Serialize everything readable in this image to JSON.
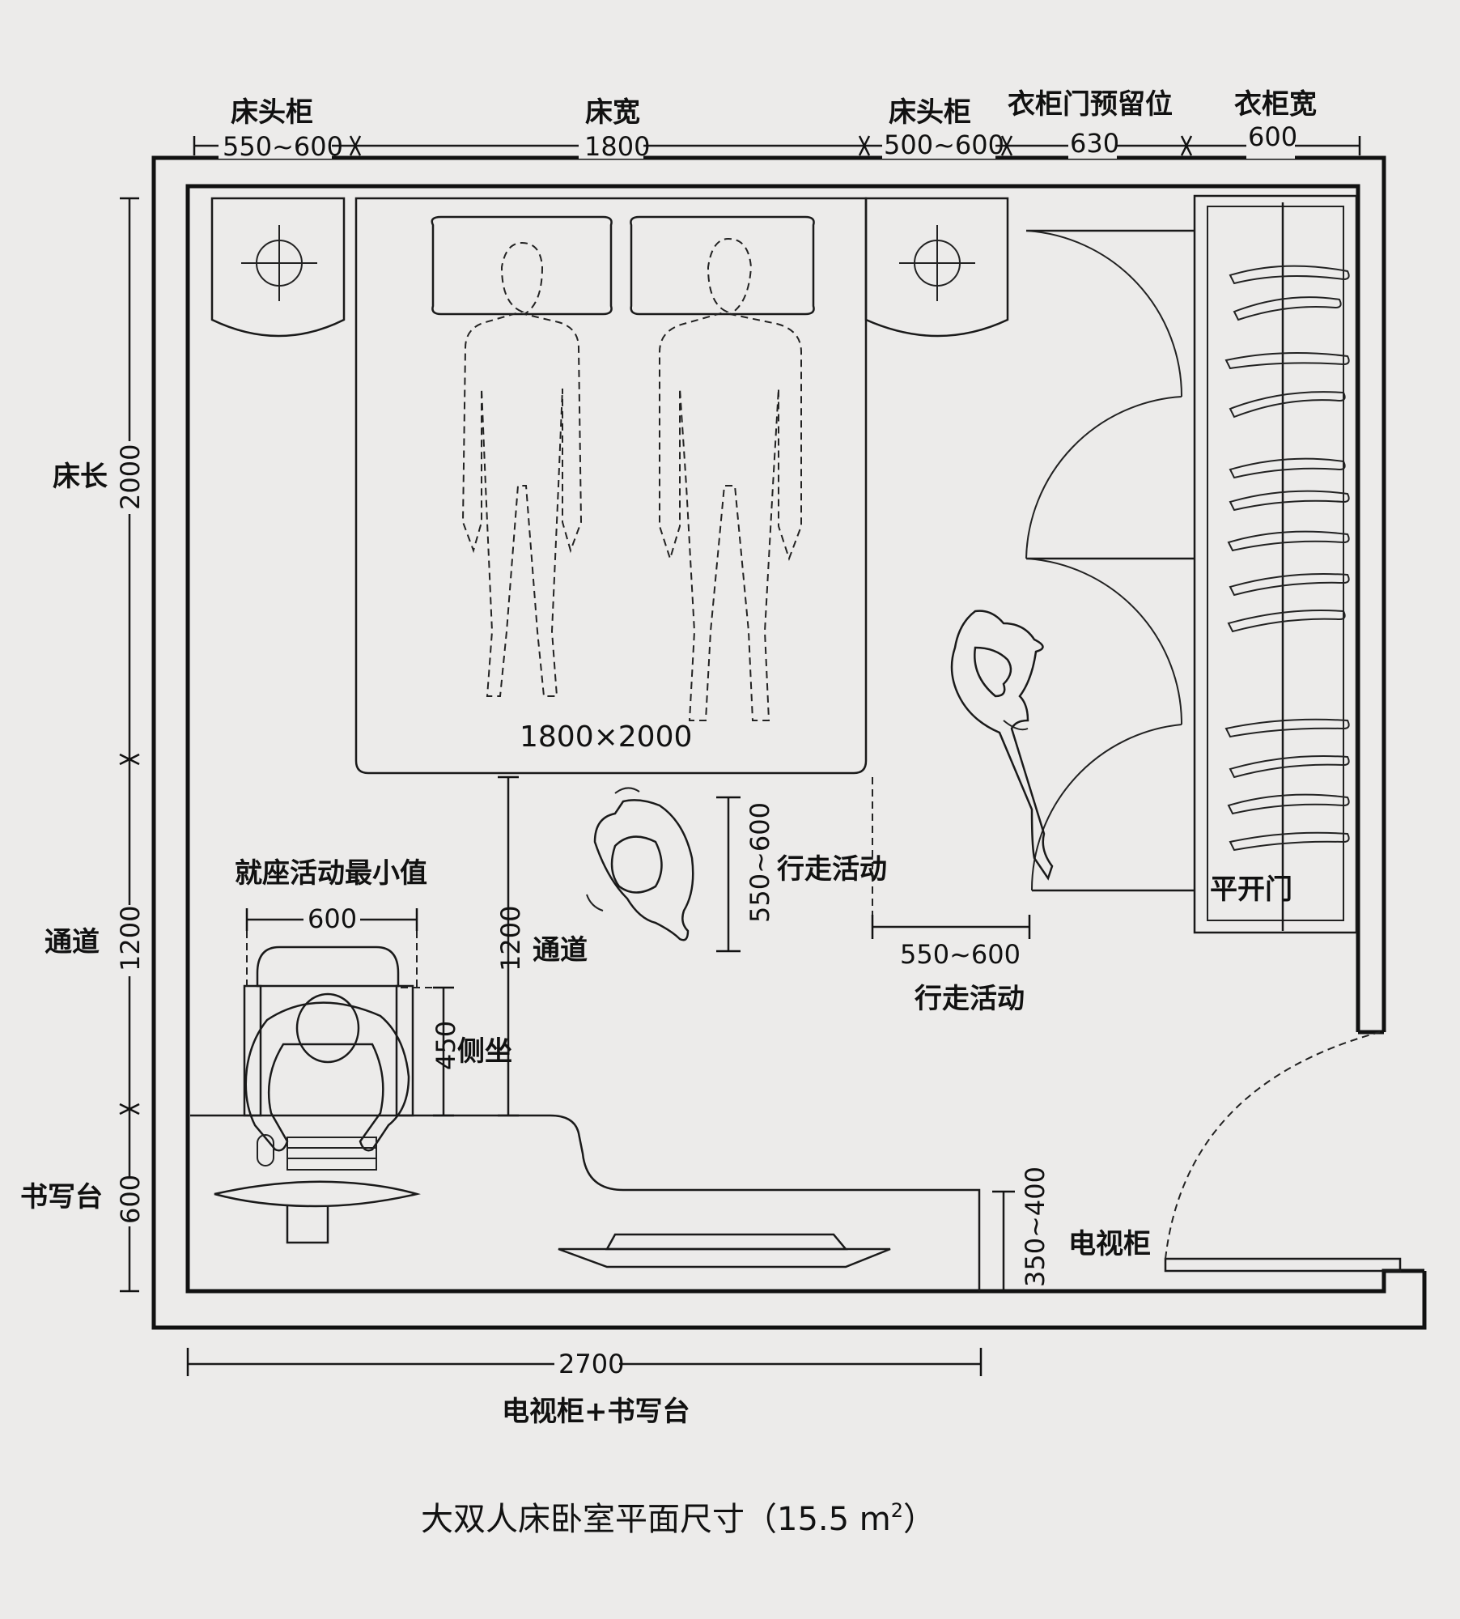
{
  "top_labels": {
    "nightstand_left": "床头柜",
    "bed_width": "床宽",
    "nightstand_right": "床头柜",
    "wardrobe_door_space": "衣柜门预留位",
    "wardrobe_width": "衣柜宽"
  },
  "top_dims": {
    "nightstand_left": "550~600",
    "bed_width": "1800",
    "nightstand_right": "500~600",
    "wardrobe_door_space": "630",
    "wardrobe_width": "600"
  },
  "left_labels": {
    "bed_length": "床长",
    "aisle": "通道",
    "desk": "书写台"
  },
  "left_dims": {
    "bed_length": "2000",
    "aisle": "1200",
    "desk": "600"
  },
  "bed": {
    "size": "1800×2000"
  },
  "seating": {
    "title": "就座活动最小值",
    "width": "600",
    "side_dim": "450",
    "side_label": "侧坐"
  },
  "aisle_center": {
    "dim": "1200",
    "label": "通道"
  },
  "walking_vertical": {
    "dim": "550~600",
    "label": "行走活动"
  },
  "walking_horizontal": {
    "dim": "550~600",
    "label": "行走活动"
  },
  "wardrobe": {
    "door_label": "平开门"
  },
  "tv_cabinet": {
    "dim": "350~400",
    "label": "电视柜"
  },
  "bottom": {
    "dim": "2700",
    "label": "电视柜+书写台"
  },
  "caption": {
    "text": "大双人床卧室平面尺寸（15.5 m",
    "superscript": "2",
    "close": "）"
  }
}
